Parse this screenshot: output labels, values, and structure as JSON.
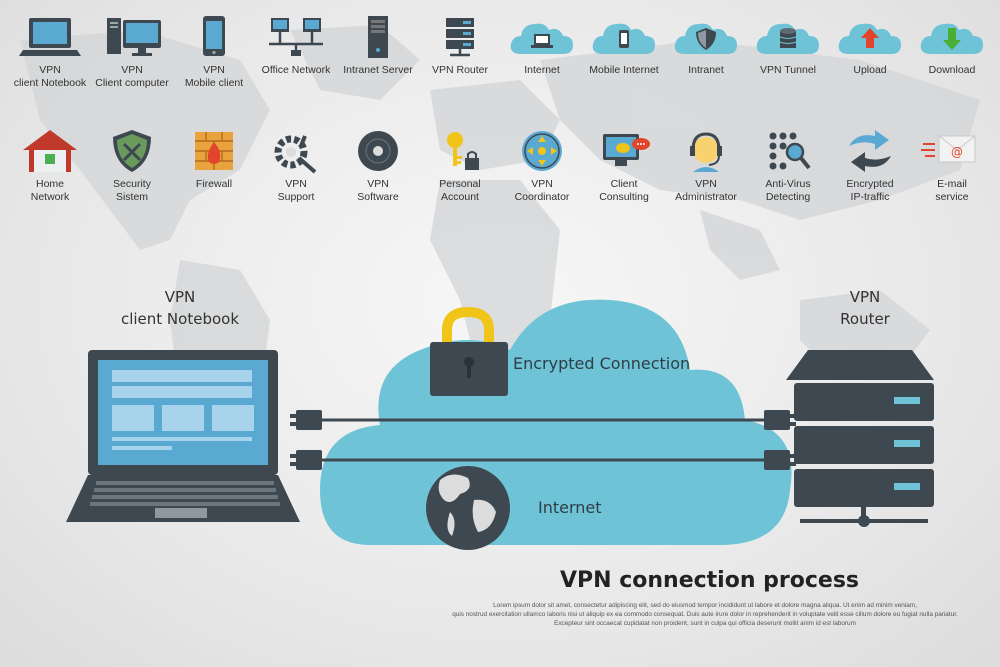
{
  "top_row": [
    {
      "label": "VPN\nclient Notebook",
      "icon": "notebook-icon"
    },
    {
      "label": "VPN\nClient computer",
      "icon": "computer-icon"
    },
    {
      "label": "VPN\nMobile client",
      "icon": "mobile-icon"
    },
    {
      "label": "Office Network",
      "icon": "network-icon"
    },
    {
      "label": "Intranet Server",
      "icon": "server-icon"
    },
    {
      "label": "VPN Router",
      "icon": "router-icon"
    },
    {
      "label": "Internet",
      "icon": "cloud-laptop-icon"
    },
    {
      "label": "Mobile Internet",
      "icon": "cloud-mobile-icon"
    },
    {
      "label": "Intranet",
      "icon": "cloud-shield-icon"
    },
    {
      "label": "VPN Tunnel",
      "icon": "cloud-database-icon"
    },
    {
      "label": "Upload",
      "icon": "cloud-upload-icon"
    },
    {
      "label": "Download",
      "icon": "cloud-download-icon"
    }
  ],
  "second_row": [
    {
      "label": "Home\nNetwork",
      "icon": "home-icon"
    },
    {
      "label": "Security\nSistem",
      "icon": "security-shield-icon"
    },
    {
      "label": "Firewall",
      "icon": "firewall-icon"
    },
    {
      "label": "VPN\nSupport",
      "icon": "support-gear-icon"
    },
    {
      "label": "VPN\nSoftware",
      "icon": "disc-icon"
    },
    {
      "label": "Personal\nAccount",
      "icon": "key-lock-icon"
    },
    {
      "label": "VPN\nCoordinator",
      "icon": "coordinator-icon"
    },
    {
      "label": "Client\nConsulting",
      "icon": "consulting-icon"
    },
    {
      "label": "VPN\nAdministrator",
      "icon": "administrator-icon"
    },
    {
      "label": "Anti-Virus\nDetecting",
      "icon": "antivirus-icon"
    },
    {
      "label": "Encrypted\nIP-traffic",
      "icon": "encrypted-traffic-icon"
    },
    {
      "label": "E-mail\nservice",
      "icon": "email-icon"
    }
  ],
  "diagram": {
    "left_label": "VPN\nclient Notebook",
    "right_label": "VPN\nRouter",
    "cloud_top_label": "Encrypted Connection",
    "cloud_bottom_label": "Internet"
  },
  "footer": {
    "title": "VPN connection process",
    "lorem_lines": [
      "Lorem ipsum dolor sit amet, consectetur adipiscing elit, sed do eiusmod tempor incididunt ut labore et dolore magna aliqua. Ut enim ad minim veniam,",
      "quis nostrud exercitation ullamco laboris nisi ut aliquip ex ea commodo consequat. Duis aute irure dolor in reprehenderit in voluptate velit esse cillum dolore eu fugiat nulla pariatur.",
      "Excepteur sint occaecat cupidatat non proident, sunt in culpa qui officia deserunt mollit anim id est laborum"
    ]
  },
  "stock_id": "#262545219",
  "colors": {
    "cloud": "#6ec3d6",
    "dark": "#3e4850",
    "screen": "#5aa9d3",
    "lock": "#f0c419"
  }
}
